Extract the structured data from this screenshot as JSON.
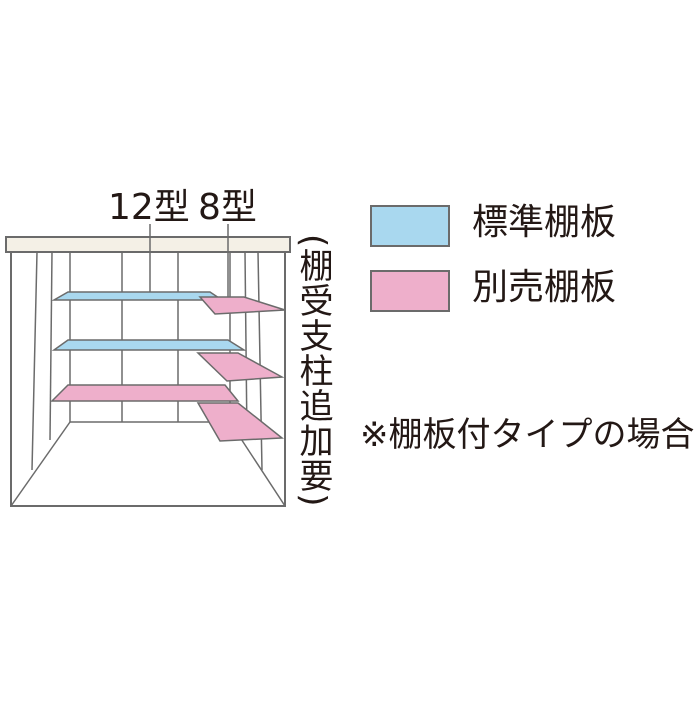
{
  "labels": {
    "type12": "12型",
    "type8": "8型",
    "side_note": "(棚受支柱追加要)",
    "footnote": "※棚板付タイプの場合"
  },
  "legend": [
    {
      "label": "標準棚板",
      "color": "#a9d8ef"
    },
    {
      "label": "別売棚板",
      "color": "#eeafcb"
    }
  ],
  "colors": {
    "outline": "#6b6b6b",
    "roof": "#f4f0e6"
  }
}
